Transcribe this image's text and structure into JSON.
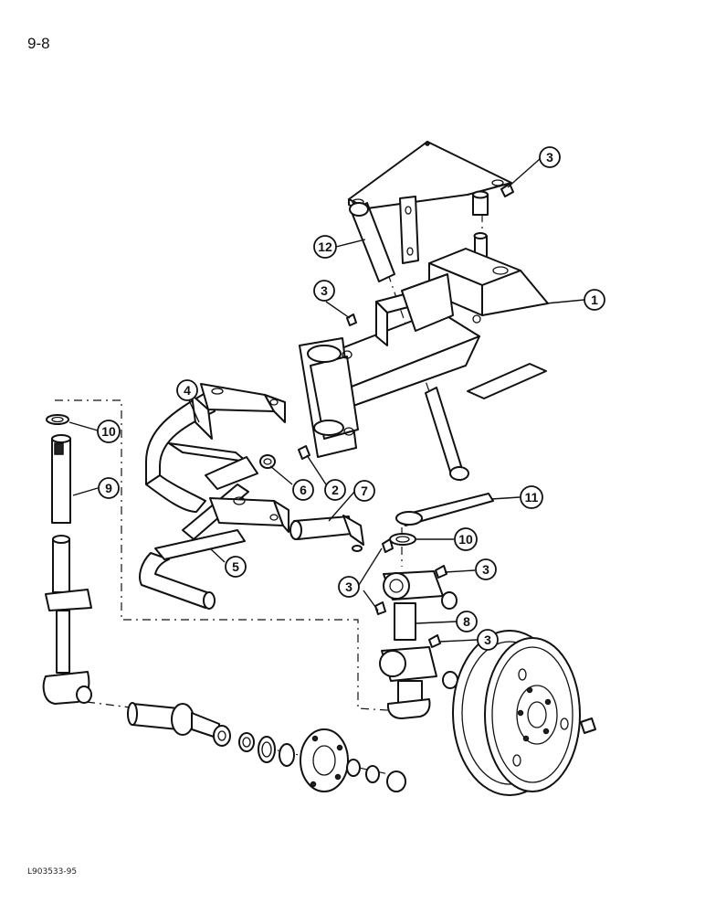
{
  "page_number": "9-8",
  "figure_code": "L903533-95",
  "callouts": [
    {
      "label": "1"
    },
    {
      "label": "2"
    },
    {
      "label": "3"
    },
    {
      "label": "3"
    },
    {
      "label": "3"
    },
    {
      "label": "3"
    },
    {
      "label": "3"
    },
    {
      "label": "4"
    },
    {
      "label": "5"
    },
    {
      "label": "6"
    },
    {
      "label": "7"
    },
    {
      "label": "8"
    },
    {
      "label": "9"
    },
    {
      "label": "10"
    },
    {
      "label": "10"
    },
    {
      "label": "11"
    },
    {
      "label": "12"
    }
  ]
}
